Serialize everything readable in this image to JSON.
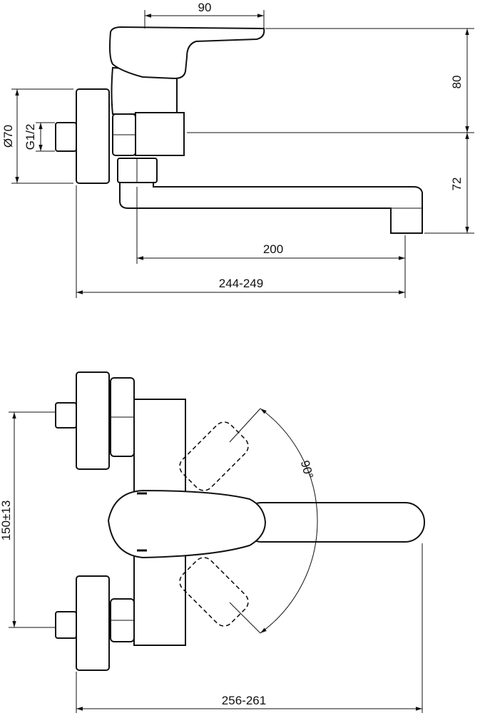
{
  "dimensions": {
    "handle_reach": "90",
    "handle_height": "80",
    "spout_drop": "72",
    "spout_projection": "200",
    "total_depth_side": "244-249",
    "flange_diameter": "Ø70",
    "thread": "G1/2",
    "centre_distance": "150±13",
    "handle_rotation": "90°",
    "total_depth_top": "256-261"
  },
  "colors": {
    "line": "#111111",
    "background": "#ffffff"
  }
}
